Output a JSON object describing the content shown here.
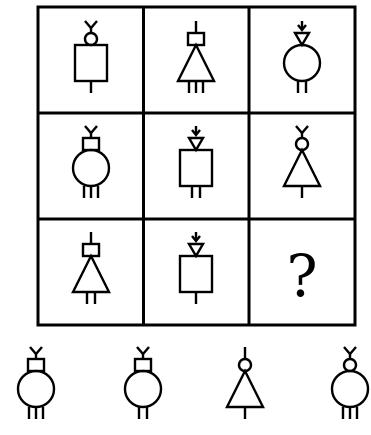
{
  "question_mark": "?",
  "cells": [
    {
      "accessory": "fork",
      "head": "circle",
      "body": "square",
      "legs": 1
    },
    {
      "accessory": "stick",
      "head": "rect",
      "body": "triangle",
      "legs": 3
    },
    {
      "accessory": "arrow",
      "head": "triangle",
      "body": "circle",
      "legs": 2
    },
    {
      "accessory": "fork",
      "head": "rect",
      "body": "circle",
      "legs": 3
    },
    {
      "accessory": "arrow",
      "head": "triangle",
      "body": "square",
      "legs": 2
    },
    {
      "accessory": "fork",
      "head": "circle",
      "body": "triangle",
      "legs": 1
    },
    {
      "accessory": "stick",
      "head": "rect",
      "body": "triangle",
      "legs": 2
    },
    {
      "accessory": "arrow",
      "head": "triangle",
      "body": "square",
      "legs": 1
    },
    null
  ],
  "options": [
    {
      "accessory": "fork",
      "head": "rect",
      "body": "circle",
      "legs": 3
    },
    {
      "accessory": "fork",
      "head": "rect",
      "body": "circle",
      "legs": 2
    },
    {
      "accessory": "stick",
      "head": "circle",
      "body": "triangle",
      "legs": 1
    },
    {
      "accessory": "fork",
      "head": "circle",
      "body": "circle",
      "legs": 3
    }
  ]
}
